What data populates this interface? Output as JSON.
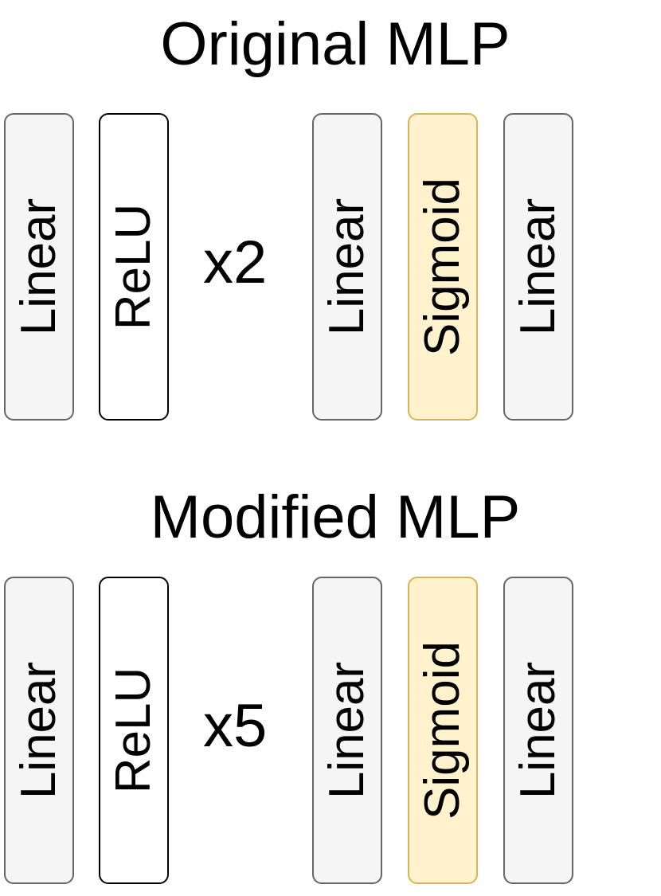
{
  "diagrams": [
    {
      "title": "Original MLP",
      "repeat": "x2",
      "blocks": [
        {
          "label": "Linear",
          "kind": "linear"
        },
        {
          "label": "ReLU",
          "kind": "relu"
        },
        {
          "label": "Linear",
          "kind": "linear"
        },
        {
          "label": "Sigmoid",
          "kind": "sigmoid"
        },
        {
          "label": "Linear",
          "kind": "linear"
        }
      ]
    },
    {
      "title": "Modified MLP",
      "repeat": "x5",
      "blocks": [
        {
          "label": "Linear",
          "kind": "linear"
        },
        {
          "label": "ReLU",
          "kind": "relu"
        },
        {
          "label": "Linear",
          "kind": "linear"
        },
        {
          "label": "Sigmoid",
          "kind": "sigmoid"
        },
        {
          "label": "Linear",
          "kind": "linear"
        }
      ]
    }
  ],
  "colors": {
    "linear_fill": "#f5f5f5",
    "linear_stroke": "#666666",
    "relu_fill": "#ffffff",
    "relu_stroke": "#000000",
    "sigmoid_fill": "#fff2cc",
    "sigmoid_stroke": "#d6b656"
  }
}
